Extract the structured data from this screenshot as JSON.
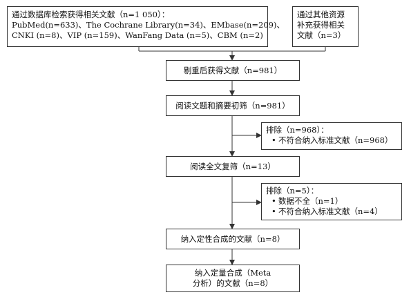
{
  "boxes": {
    "databases": [
      "通过数据库检索获得相关文献（n=1 050）：",
      "PubMed(n=633)、The Cochrane Library(n=34)、EMbase(n=209)、",
      "CNKI (n=8)、VIP (n=159)、WanFang Data (n=5)、CBM (n=2)"
    ],
    "other_sources": [
      "通过其他资源",
      "补充获得相关",
      "文献（n=3）"
    ],
    "dedup": [
      "剔重后获得文献（n=981）"
    ],
    "screen_title": [
      "阅读文题和摘要初筛（n=981）"
    ],
    "exclude1_title": "排除（n=968）：",
    "exclude1_items": [
      "不符合纳入标准文献（n=968）"
    ],
    "fulltext": [
      "阅读全文复筛（n=13）"
    ],
    "exclude2_title": "排除（n=5）：",
    "exclude2_items": [
      "数据不全（n=1）",
      "不符合纳入标准文献（n=4）"
    ],
    "qualitative": [
      "纳入定性合成的文献（n=8）"
    ],
    "quantitative": [
      "纳入定量合成（Meta",
      "分析）的文献（n=8）"
    ]
  }
}
